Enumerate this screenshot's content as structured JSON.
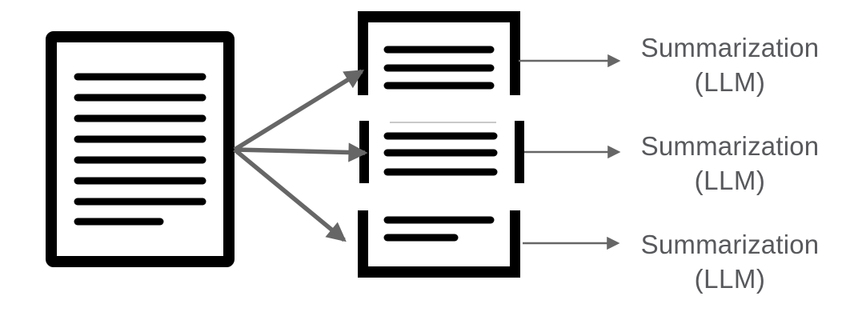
{
  "colors": {
    "shape": "#000000",
    "arrow": "#666666",
    "label": "#58595c",
    "cut_line": "#c9c9c9",
    "background": "#ffffff"
  },
  "icons": {
    "source": "document-icon",
    "chunk_top": "document-top-chunk-icon",
    "chunk_middle": "document-middle-chunk-icon",
    "chunk_bottom": "document-bottom-chunk-icon",
    "fan_arrows": "split-arrow-icons",
    "output_arrows": "to-summarizer-arrow-icons"
  },
  "outputs": [
    {
      "line1": "Summarization",
      "line2": "(LLM)"
    },
    {
      "line1": "Summarization",
      "line2": "(LLM)"
    },
    {
      "line1": "Summarization",
      "line2": "(LLM)"
    }
  ]
}
